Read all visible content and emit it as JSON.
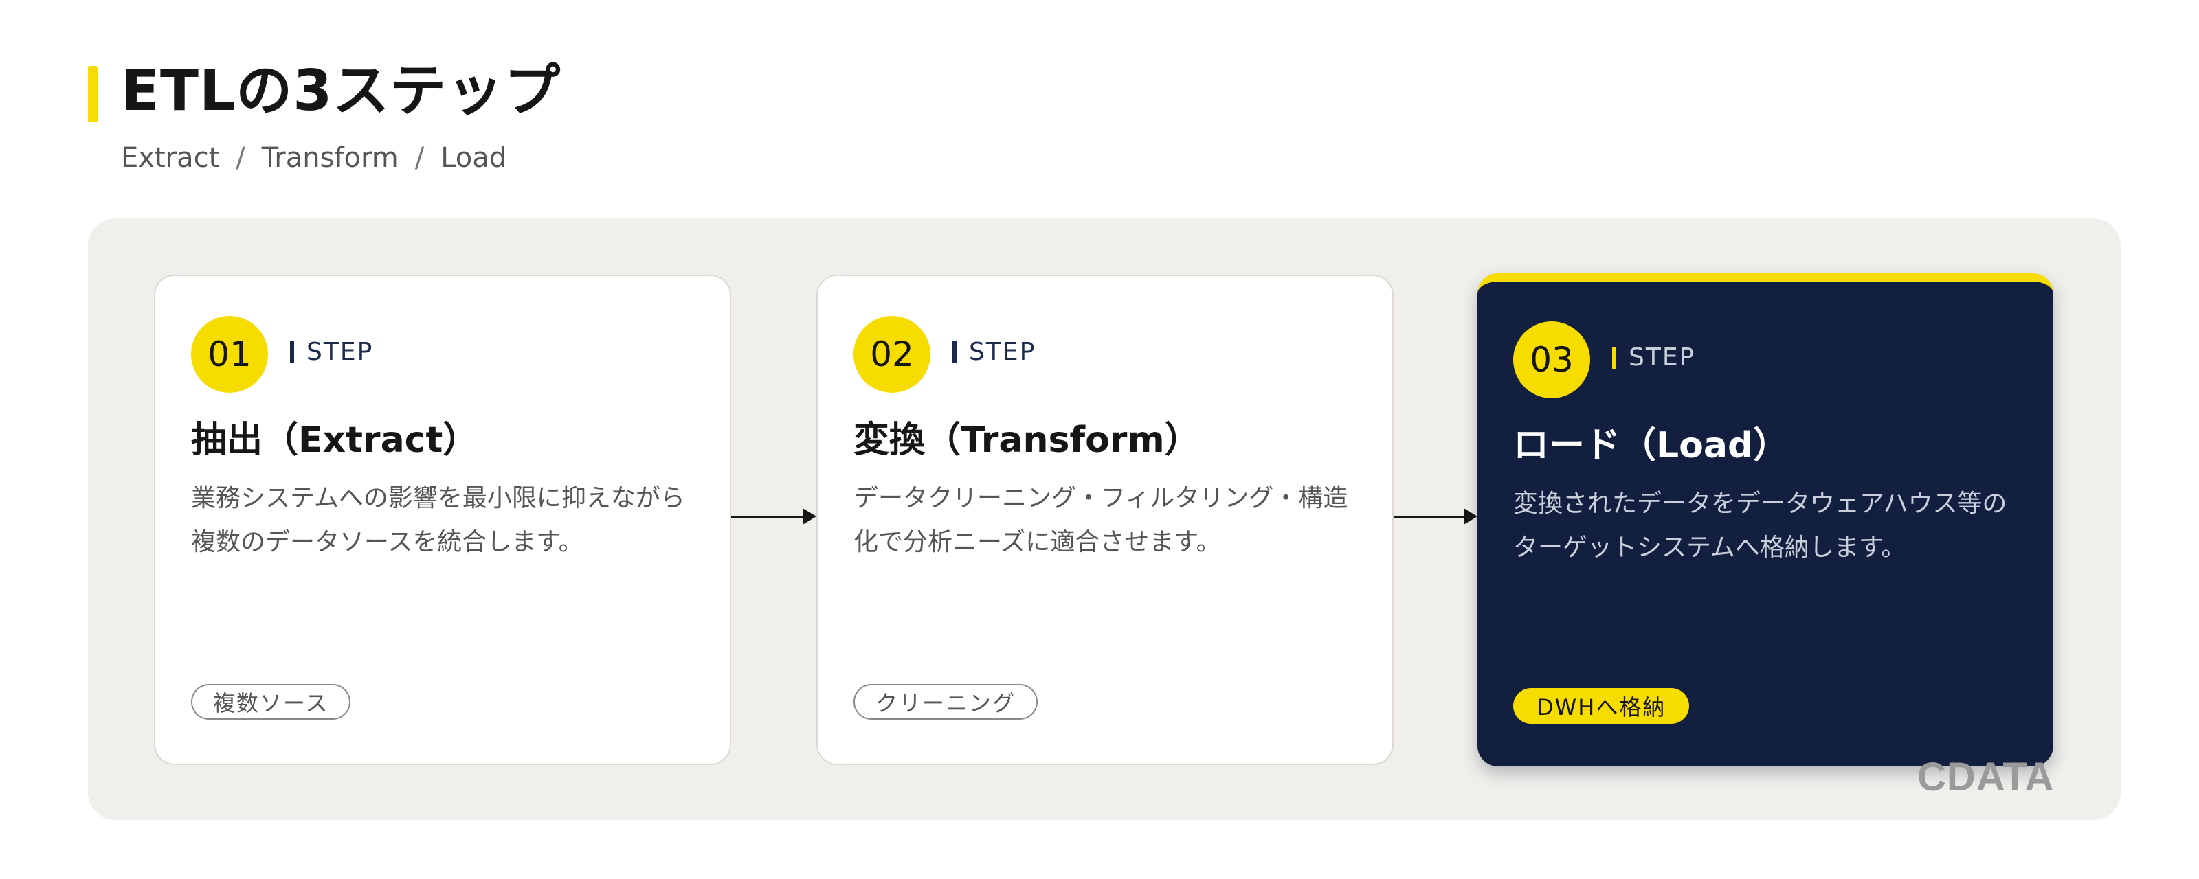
{
  "header": {
    "title": "ETLの3ステップ",
    "subtitle": [
      "Extract",
      "Transform",
      "Load"
    ],
    "subtitle_separator": "/"
  },
  "steps": [
    {
      "number": "01",
      "step_label": "STEP",
      "title": "抽出（Extract）",
      "description": "業務システムへの影響を最小限に抑えながら複数のデータソースを統合します。",
      "tag": "複数ソース"
    },
    {
      "number": "02",
      "step_label": "STEP",
      "title": "変換（Transform）",
      "description": "データクリーニング・フィルタリング・構造化で分析ニーズに適合させます。",
      "tag": "クリーニング"
    },
    {
      "number": "03",
      "step_label": "STEP",
      "title": "ロード（Load）",
      "description": "変換されたデータをデータウェアハウス等のターゲットシステムへ格納します。",
      "tag": "DWHへ格納"
    }
  ],
  "logo": "CDATA",
  "colors": {
    "accent_yellow": "#f7dc00",
    "navy": "#131f3f",
    "panel_bg": "#f1efeb"
  }
}
